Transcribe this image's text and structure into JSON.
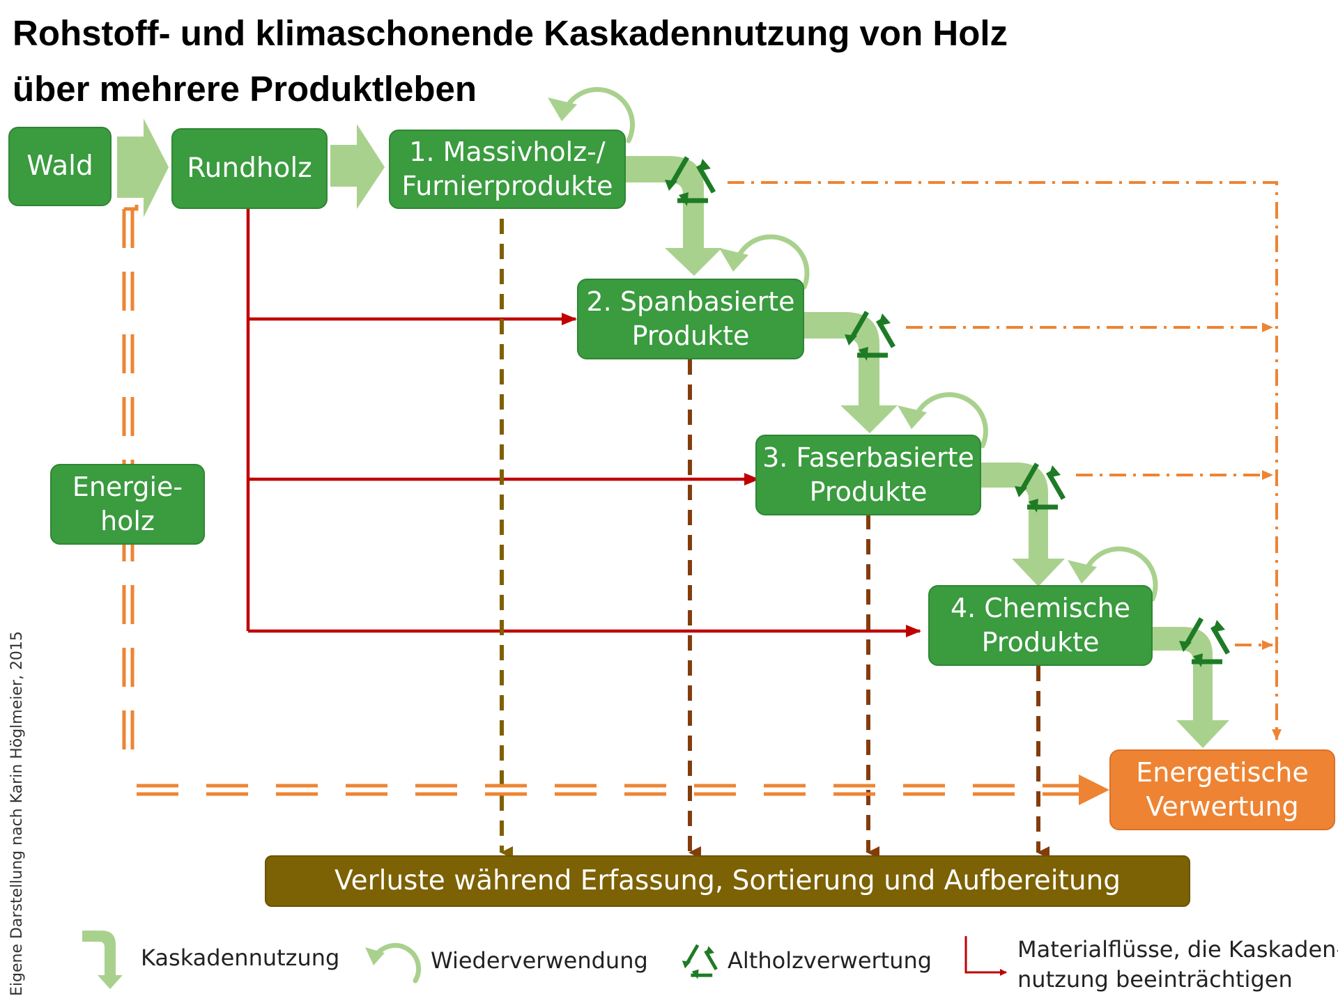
{
  "title": {
    "line1": "Rohstoff- und klimaschonende Kaskadennutzung von Holz",
    "line2": "über mehrere Produktleben"
  },
  "nodes": {
    "wald": "Wald",
    "rundholz": "Rundholz",
    "massivholz": {
      "line1": "1. Massivholz-/",
      "line2": "Furnierprodukte"
    },
    "spanbasiert": {
      "line1": "2. Spanbasierte",
      "line2": "Produkte"
    },
    "faserbasiert": {
      "line1": "3. Faserbasierte",
      "line2": "Produkte"
    },
    "chemisch": {
      "line1": "4. Chemische",
      "line2": "Produkte"
    },
    "energieholz": {
      "line1": "Energie-",
      "line2": "holz"
    },
    "energetisch": {
      "line1": "Energetische",
      "line2": "Verwertung"
    },
    "verluste": "Verluste während Erfassung, Sortierung und Aufbereitung"
  },
  "legend": {
    "kaskade": "Kaskadennutzung",
    "wiederverwendung": "Wiederverwendung",
    "altholz": "Altholzverwertung",
    "material_line1": "Materialflüsse, die Kaskaden-",
    "material_line2": "nutzung beeinträchtigen"
  },
  "credit": "Eigene Darstellung nach Karin Höglmeier, 2015",
  "colors": {
    "node_green": "#3a9b3f",
    "cascade_arrow": "#a9d18e",
    "reuse_arrow": "#a9d18e",
    "recycle_symbol": "#1e7b25",
    "material_flow": "#c00000",
    "energy_flow": "#ee8433",
    "loss_flow_1": "#7f6000",
    "loss_flow_other": "#843c0c",
    "loss_box": "#7c6204"
  }
}
